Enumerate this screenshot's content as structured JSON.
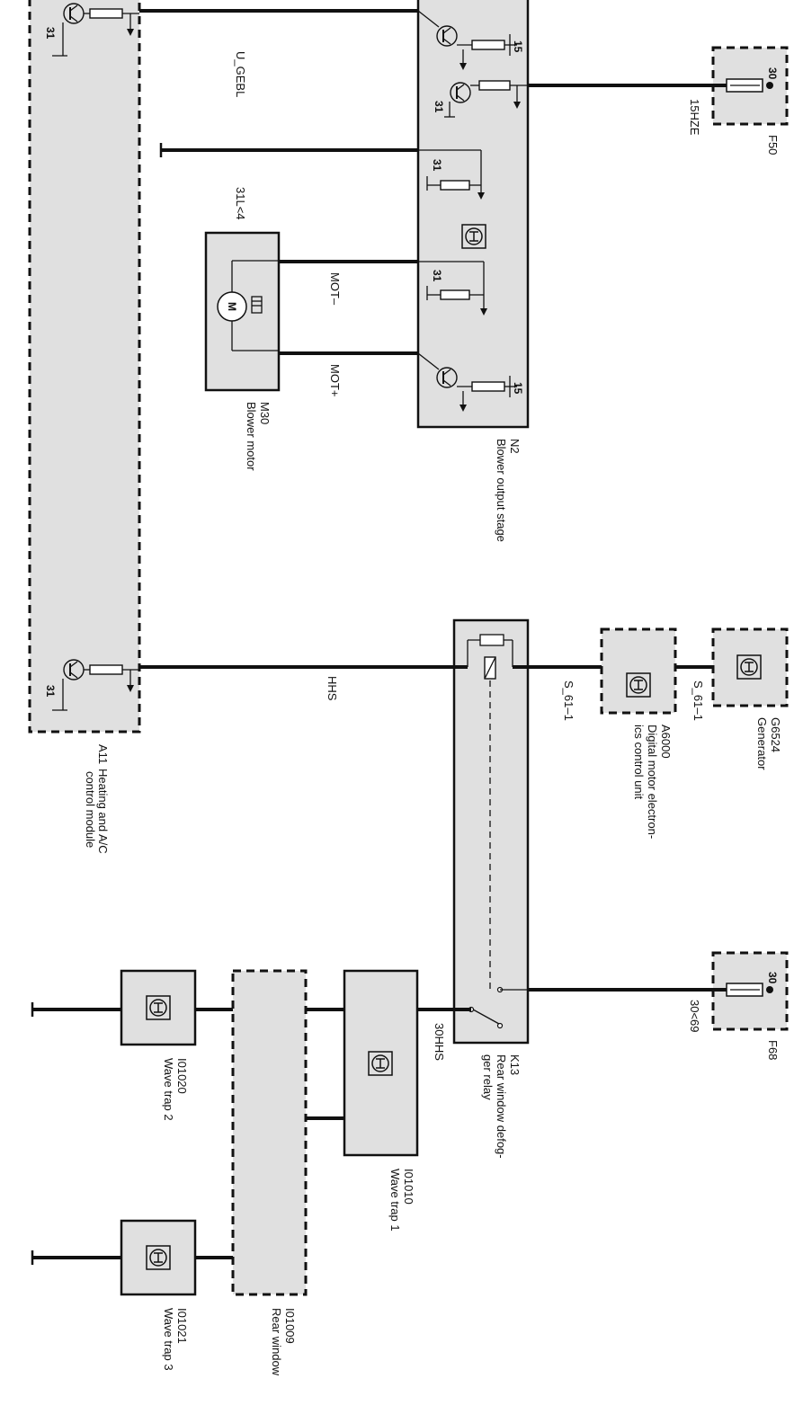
{
  "colors": {
    "module_fill": "#e0e0e0",
    "line": "#111111",
    "background": "#ffffff"
  },
  "pins": {
    "p31": "31",
    "p15": "15",
    "p30": "30"
  },
  "wires": {
    "u_gebl": "U_GEBL",
    "w31l4": "31L<4",
    "mot_minus": "MOT–",
    "mot_plus": "MOT+",
    "hhs": "HHS",
    "w15hze": "15HZE",
    "s61_a": "S_61–1",
    "s61_b": "S_61–1",
    "w30hhs": "30HHS",
    "w30_69": "30<69"
  },
  "components": {
    "a11": {
      "id": "A11",
      "name_l1": "Heating and A/C",
      "name_l2": "control module"
    },
    "n2": {
      "id": "N2",
      "name": "Blower output stage"
    },
    "m30": {
      "id": "M30",
      "name": "Blower motor",
      "symbol": "M"
    },
    "f50": {
      "id": "F50"
    },
    "f68": {
      "id": "F68"
    },
    "g6524": {
      "id": "G6524",
      "name": "Generator"
    },
    "a6000": {
      "id": "A6000",
      "name_l1": "Digital motor electron-",
      "name_l2": "ics control unit"
    },
    "k13": {
      "id": "K13",
      "name_l1": "Rear window defog-",
      "name_l2": "ger relay"
    },
    "i01010": {
      "id": "I01010",
      "name": "Wave trap 1"
    },
    "i01020": {
      "id": "I01020",
      "name": "Wave trap 2"
    },
    "i01021": {
      "id": "I01021",
      "name": "Wave trap 3"
    },
    "i01009": {
      "id": "I01009",
      "name": "Rear window"
    }
  },
  "icons": {
    "ecu": "ecu-symbol-icon",
    "transistor": "transistor-icon",
    "fuse": "fuse-icon",
    "ground": "ground-icon",
    "motor": "motor-icon"
  }
}
